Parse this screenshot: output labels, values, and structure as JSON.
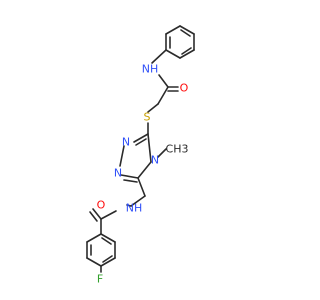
{
  "labels": {
    "nh_anilide": "NH",
    "o_amide_top": "O",
    "s_thioether": "S",
    "n_triazole_1": "N",
    "n_triazole_2": "N",
    "n_triazole_4": "N",
    "methyl": "CH3",
    "nh_benzamide": "NH",
    "o_amide_bottom": "O",
    "f_fluoro": "F"
  },
  "colors": {
    "bond": "#2b2b2b",
    "nitrogen": "#3050f8",
    "oxygen": "#ff0d0d",
    "sulfur": "#c8a000",
    "fluorine": "#33a02c",
    "carbon_label": "#2b2b2b"
  }
}
